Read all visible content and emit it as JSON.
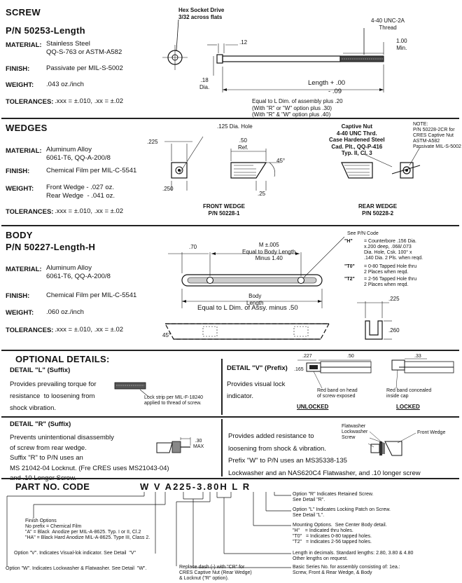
{
  "screw": {
    "heading": "SCREW",
    "part_no": "P/N 50253-Length",
    "material_label": "MATERIAL:",
    "material_value": "Stainless Steel\nQQ-S-763 or ASTM-A582",
    "finish_label": "FINISH:",
    "finish_value": "Passivate per MIL-S-5002",
    "weight_label": "WEIGHT:",
    "weight_value": ".043 oz./inch",
    "tolerances_label": "TOLERANCES:",
    "tolerances_value": ".xxx = ±.010, .xx = ±.02",
    "callout_hex": "Hex Socket Drive\n3/32 across flats",
    "callout_thread": "4-40 UNC-2A\nThread",
    "dim_12": ".12",
    "dim_100": "1.00\nMin.",
    "dim_18": ".18\nDia.",
    "dim_length": "Length + .00\n           - .09",
    "note_equal": "Equal to L Dim. of assembly plus .20\n(With \"R\" or \"W\" option plus .30)\n(With \"R\" & \"W\" option plus .40)"
  },
  "wedges": {
    "heading": "WEDGES",
    "material_label": "MATERIAL:",
    "material_value": "Aluminum Alloy\n6061-T6, QQ-A-200/8",
    "finish_label": "FINISH:",
    "finish_value": "Chemical Film per MIL-C-5541",
    "weight_label": "WEIGHT:",
    "weight_value": "Front Wedge - .027 oz.\nRear Wedge  - .041 oz.",
    "tolerances_label": "TOLERANCES:",
    "tolerances_value": ".xxx = ±.010, .xx = ±.02",
    "dim_225": ".225",
    "dim_125hole": ".125 Dia. Hole",
    "dim_50ref": ".50\nRef.",
    "dim_45": "45°",
    "dim_250": ".250",
    "dim_25": ".25",
    "captive_nut": "Captive Nut\n4-40 UNC Thrd.\nCase Hardened Steel\nCad. Plt., QQ-P-416\nTyp. II, Cl. 3",
    "note": "NOTE:\nP/N 50228-2CR for\nCRES Captive Nut\nASTM-A582\nPassivate MIL-S-5002",
    "front_caption": "FRONT WEDGE\nP/N 50228-1",
    "rear_caption": "REAR WEDGE\nP/N 50228-2"
  },
  "body": {
    "heading": "BODY",
    "part_no": "P/N 50227-Length-H",
    "material_label": "MATERIAL:",
    "material_value": "Aluminum Alloy\n6061-T6, QQ-A-200/8",
    "finish_label": "FINISH:",
    "finish_value": "Chemical Film per MIL-C-5541",
    "weight_label": "WEIGHT:",
    "weight_value": ".060 oz./inch",
    "tolerances_label": "TOLERANCES:",
    "tolerances_value": ".xxx = ±.010, .xx = ±.02",
    "dim_70": ".70",
    "dim_m": "M ±.005\nEqual to Body Length\nMinus 1.40",
    "body_length": "Body\nLength",
    "equal_l": "Equal to L Dim. of Assy. minus .50",
    "dim_225": ".225",
    "dim_260": ".260",
    "dim_45": "45°",
    "see_pn": "See P/N Code",
    "code_h": "\"H\"",
    "code_h_text": "= Counterbore .156 Dia.\nx.200 deep, .068/.073\nDia. Hole, Csk. 100° x\n.140 Dia. 2 Pls. when reqd.",
    "code_t0": "\"T0\"",
    "code_t0_text": "= 0-80 Tapped Hole thru\n2 Places when reqd.",
    "code_t2": "\"T2\"",
    "code_t2_text": "= 2-56 Tapped Hole thru\n2 Places when reqd."
  },
  "optional": {
    "heading": "OPTIONAL DETAILS:",
    "detail_l_title": "DETAIL \"L\" (Suffix)",
    "detail_l_text": "Provides prevailing torque for\nresistance  to loosening from\nshock vibration.",
    "detail_l_note": "Lock strip per MIL-F-18240\napplied to thread of screw.",
    "detail_v_title": "DETAIL \"V\" (Prefix)",
    "detail_v_text": "Provides visual lock\nindicator.",
    "v_dim_227": ".227",
    "v_dim_50": ".50",
    "v_dim_165": ".165",
    "v_dim_33": ".33",
    "v_red_head": "Red band on head\nof screw exposed",
    "v_red_inside": "Red band concealed\ninside cap",
    "unlocked": "UNLOCKED",
    "locked": "LOCKED",
    "detail_r_title": "DETAIL \"R\" (Suffix)",
    "detail_r_text": "Prevents unintentional disassembly\nof screw from rear wedge.\nSuffix \"R\" to P/N uses an\nMS 21042-04 Locknut. (Fre CRES uses MS21043-04)\nand .10 Longer Screw.",
    "r_dim_30": ".30\nMAX",
    "detail_w_text": "Provides added resistance to\nloosening from shock & vibration.\nPrefix \"W\" to P/N uses an MS35338-135\nLockwasher and an NAS620C4 Flatwasher, and .10 longer screw",
    "w_labels": "Flatwasher\nLockwasher\nScrew",
    "w_front_wedge": "Front Wedge"
  },
  "part_code": {
    "heading": "PART NO. CODE",
    "code": "W V A225-3.80H L R",
    "opt_r": "Option \"R\" Indicates Retained Screw.\nSee Detail \"R\".",
    "opt_l": "Option \"L\" Indicates Locking Patch on Screw.\nSee Detail \"L\".",
    "mounting": "Mounting Options.  See Center Body detail.\n\"H\"    = Indicated thru holes.\n\"T0\"   = Indicates 0-80 tapped holes.\n\"T2\"   = Indicates 2-56 tapped holes.",
    "length": "Length in decimals. Standard lengths: 2.80, 3.80 & 4.80\nOther lengths on request.",
    "basic": "Basic Series No. for assembly consisting of: 1ea.:\nScrew, Front & Rear Wedge, & Body",
    "finish_opts": "Finish Options\nNo prefix = Chemical Film\n\"A\" = Black  Anodize per MIL-A-8625. Typ. I or II, Cl.2\n\"HA\" = Black Hard Anodize MIL-A-8625. Type III, Class 2.",
    "opt_v": "Option \"V\". Indicates Visual-lok indicator. See Detail  \"V\"",
    "opt_w": "Option \"W\". Indicates Lockwasher & Flatwasher. See Detail  \"W\".",
    "replace": "Replace dash (-) with \"CR\" for\nCRES Captive Nut (Rear Wedge)\n& Locknut (\"R\" option)."
  }
}
